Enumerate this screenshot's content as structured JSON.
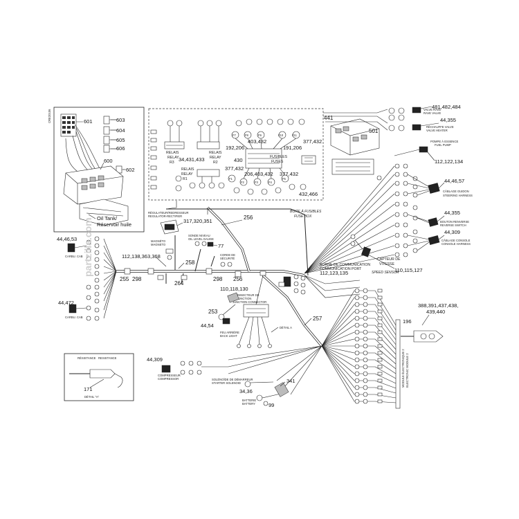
{
  "doc_code": "CRE20106",
  "inset": {
    "refs": [
      "601",
      "603",
      "604",
      "605",
      "606",
      "600",
      "602"
    ],
    "caption_en": "Oil Tank/",
    "caption_fr": "Réservoir huile"
  },
  "fuse_box": {
    "relay_labels": [
      {
        "fr": "RELAIS",
        "en": "RELAY",
        "id": "R3"
      },
      {
        "fr": "RELAIS",
        "en": "RELAY",
        "id": "R2"
      },
      {
        "fr": "RELAIS",
        "en": "RELAY",
        "id": "R1"
      }
    ],
    "fuses_fr": "FUSIBLES",
    "fuses_en": "FUSES",
    "fuse_ids": [
      "F7",
      "F8",
      "F9",
      "F10",
      "F11",
      "F1",
      "F2",
      "F3",
      "F4",
      "F5"
    ],
    "refs": {
      "r1": "34,431,433",
      "r2": "192,206",
      "r3": "403,432",
      "r4": "191,206",
      "r5": "377,432",
      "r6": "430",
      "r7": "377,432",
      "r8": "206,403,432",
      "r9": "377,432",
      "r10": "432,466"
    },
    "caption_fr": "BOITE À FUSIBLES",
    "caption_en": "FUSE BOX"
  },
  "callouts": {
    "c441": "441",
    "c501": "501",
    "c481": "481,482,484",
    "c44355a": "44,355",
    "c112122": "112,122,134",
    "c444657": "44,46,57",
    "c44355b": "44,355",
    "c44309a": "44,309",
    "c110115": "110,115,127",
    "c388": "388,391,437,438,",
    "c439": "439,440",
    "c196": "196",
    "c317": "317,320,351",
    "c256a": "256",
    "c4446": "44,46,53",
    "c112138": "112,138,363,368",
    "c77": "77",
    "c258": "258",
    "c255": "255",
    "c298a": "298",
    "c264": "264",
    "c298b": "298",
    "c256b": "256",
    "c112123": "112,123,135",
    "c110118": "110,118,130",
    "c44472": "44,472",
    "c253": "253",
    "c4454": "44,54",
    "c257": "257",
    "c44309b": "44,309",
    "c171": "171",
    "c3436": "34,36",
    "c341": "341",
    "c99": "99"
  },
  "small_labels": {
    "regulator_fr": "RÉGULATEUR/REDRESSEUR",
    "regulator_en": "REGULATOR-RECTIFIER",
    "magneto_fr": "MAGNÉTO",
    "magneto_en": "MAGNETO",
    "oil_fr": "SONDE NIVEAU",
    "oil_en": "OIL LEVEL GAUGE",
    "tether_fr": "CORDE DE",
    "tether_en": "SÉCURITÉ",
    "comm_fr": "BORNE DE COMMUNICATION",
    "comm_en": "COMMUNICATION PORT",
    "speed_fr1": "CAPTEUR DE",
    "speed_fr2": "VITESSE",
    "speed_en": "SPEED SENSOR",
    "junction_fr1": "CONNECTEUR DE",
    "junction_fr2": "JONCTION",
    "junction_en": "JUNCTION CONNECTOR",
    "backlight_fr": "FEU ARRIÈRE",
    "backlight_en": "BACK LIGHT",
    "detail_a": "DÉTAIL A",
    "detail_a2": "DÉTAIL \"A\"",
    "ecu_fr": "MODULE ÉLECTRONIQUE 2",
    "ecu_en": "ELECTRONIC MODULE 2",
    "starter_fr": "SOLÉNOÏDE DE DÉMARREUR",
    "starter_en": "STARTER SOLENOID",
    "battery_fr": "BATTERIE",
    "battery_en": "BATTERY",
    "resist1": "RÉSISTANCE",
    "resist2": "RESISTANCE",
    "comp_fr": "COMPRESSEUR",
    "comp_en": "COMPRESSOR",
    "fuel_fr": "POMPE À ESSENCE",
    "fuel_en": "FUEL PUMP",
    "harness_fr": "CÂBLAGE GUIDON",
    "harness_en": "STEERING HARNESS",
    "reverse_fr": "BOUTON RENVERSE",
    "reverse_en": "REVERSE SWITCH",
    "console_fr": "CÂBLAGE CONSOLE",
    "console_en": "CONSOLE HARNESS",
    "valve_fr": "VALVE RAVE",
    "valve_en": "RAVE VALVE",
    "heater_fr": "RÉCHAUFFE VALVE",
    "heater_en": "VALVE HEATER",
    "cab_a": "CARBU. CAB",
    "cab_b": "CARBU. CAB"
  },
  "watermark": "partzilla.com"
}
